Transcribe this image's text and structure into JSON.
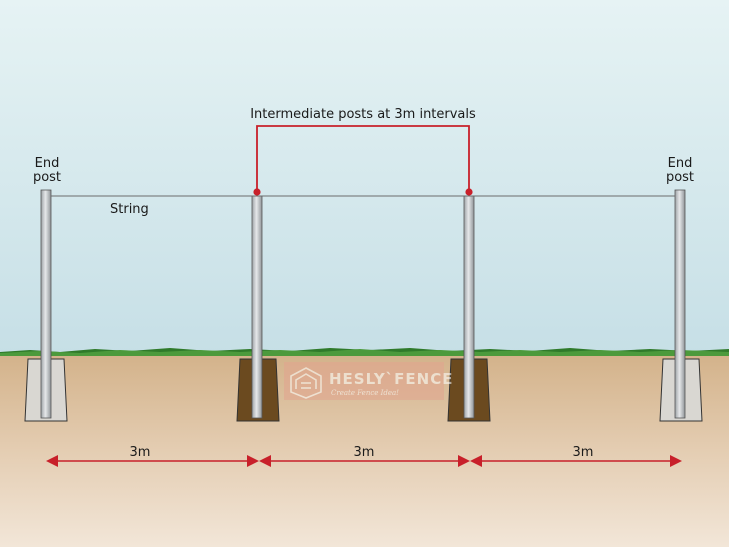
{
  "labels": {
    "intermediate": "Intermediate posts at 3m intervals",
    "string": "String",
    "end_post_left_line1": "End",
    "end_post_left_line2": "post",
    "end_post_right_line1": "End",
    "end_post_right_line2": "post"
  },
  "spacings": [
    "3m",
    "3m",
    "3m"
  ],
  "watermark": {
    "brand": "HESLY`FENCE",
    "tagline": "Create Fence Idea!"
  },
  "colors": {
    "sky_top": "#e6f3f4",
    "sky_bottom": "#c6dfe6",
    "ground_top": "#d3b28a",
    "ground_bottom": "#f2e6d8",
    "grass": "#2f7a2a",
    "accent_red": "#c8202a",
    "post_fill": "#c7cbce",
    "concrete": "#d9d7d2",
    "hole": "#6b4a1f"
  },
  "icons": {
    "arrow_left": "arrowhead-left-icon",
    "arrow_right": "arrowhead-right-icon",
    "watermark_logo": "house-logo-icon"
  }
}
